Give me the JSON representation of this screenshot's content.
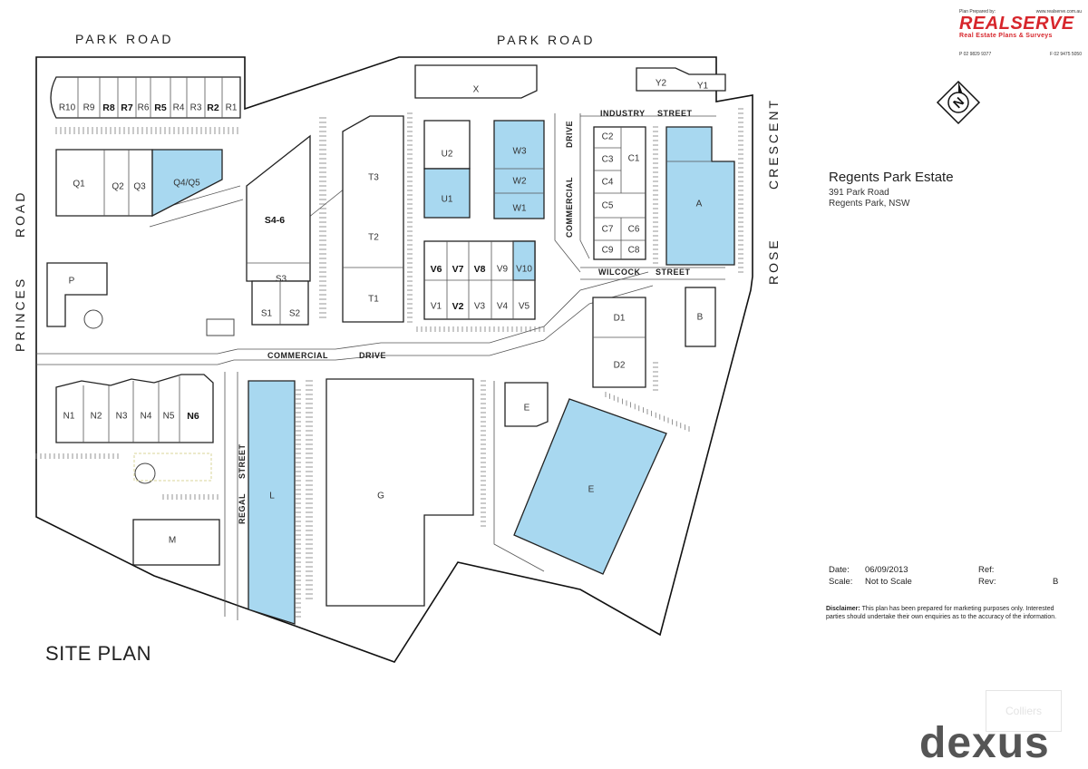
{
  "header": {
    "prepared_by": "Plan Prepared by:",
    "website": "www.realserve.com.au",
    "brand_name": "REALSERVE",
    "brand_tagline": "Real Estate Plans & Surveys",
    "phone": "P 02 9829 9377",
    "fax": "F 02 9475 5050"
  },
  "north_arrow": {
    "label": "N",
    "icon": "north-arrow-icon"
  },
  "property": {
    "name": "Regents Park Estate",
    "address_line1": "391 Park Road",
    "address_line2": "Regents Park, NSW"
  },
  "plan_meta": {
    "date_label": "Date:",
    "date_value": "06/09/2013",
    "scale_label": "Scale:",
    "scale_value": "Not to Scale",
    "ref_label": "Ref:",
    "ref_value": "",
    "rev_label": "Rev:",
    "rev_value": "B"
  },
  "disclaimer": {
    "label": "Disclaimer:",
    "text": "This plan has been prepared for marketing purposes only. Interested parties should undertake their own enquiries as to the accuracy of the information."
  },
  "title": "SITE PLAN",
  "watermark": "Colliers",
  "footer_brand": "dexus",
  "streets": {
    "park_road_left": "PARK   ROAD",
    "park_road_right": "PARK   ROAD",
    "princes": "PRINCES",
    "road_left": "ROAD",
    "crescent": "CRESCENT",
    "rose": "ROSE",
    "commercial_drive_v": "COMMERCIAL",
    "drive_v": "DRIVE",
    "industry": "INDUSTRY",
    "industry_street": "STREET",
    "wilcock": "WILCOCK",
    "wilcock_street": "STREET",
    "commercial_h": "COMMERCIAL",
    "drive_h": "DRIVE",
    "regal": "REGAL",
    "regal_street": "STREET"
  },
  "lots": {
    "R10": "R10",
    "R9": "R9",
    "R8": "R8",
    "R7": "R7",
    "R6": "R6",
    "R5": "R5",
    "R4": "R4",
    "R3": "R3",
    "R2": "R2",
    "R1": "R1",
    "Q1": "Q1",
    "Q2": "Q2",
    "Q3": "Q3",
    "Q4Q5": "Q4/Q5",
    "P": "P",
    "S4_6": "S4-6",
    "S3": "S3",
    "S1": "S1",
    "S2": "S2",
    "T3": "T3",
    "T2": "T2",
    "T1": "T1",
    "X": "X",
    "U2": "U2",
    "U1": "U1",
    "W3": "W3",
    "W2": "W2",
    "W1": "W1",
    "V6": "V6",
    "V7": "V7",
    "V8": "V8",
    "V9": "V9",
    "V10": "V10",
    "V1": "V1",
    "V2": "V2",
    "V3": "V3",
    "V4": "V4",
    "V5": "V5",
    "Y2": "Y2",
    "Y1": "Y1",
    "C2": "C2",
    "C1": "C1",
    "C3": "C3",
    "C4": "C4",
    "C5": "C5",
    "C7": "C7",
    "C6": "C6",
    "C9": "C9",
    "C8": "C8",
    "A": "A",
    "B": "B",
    "D1": "D1",
    "D2": "D2",
    "E_small": "E",
    "E_large": "E",
    "N1": "N1",
    "N2": "N2",
    "N3": "N3",
    "N4": "N4",
    "N5": "N5",
    "N6": "N6",
    "M": "M",
    "L": "L",
    "G": "G"
  },
  "colors": {
    "highlight": "#a8d8f0",
    "brand_red": "#d7262c",
    "dexus_grey": "#555555"
  }
}
